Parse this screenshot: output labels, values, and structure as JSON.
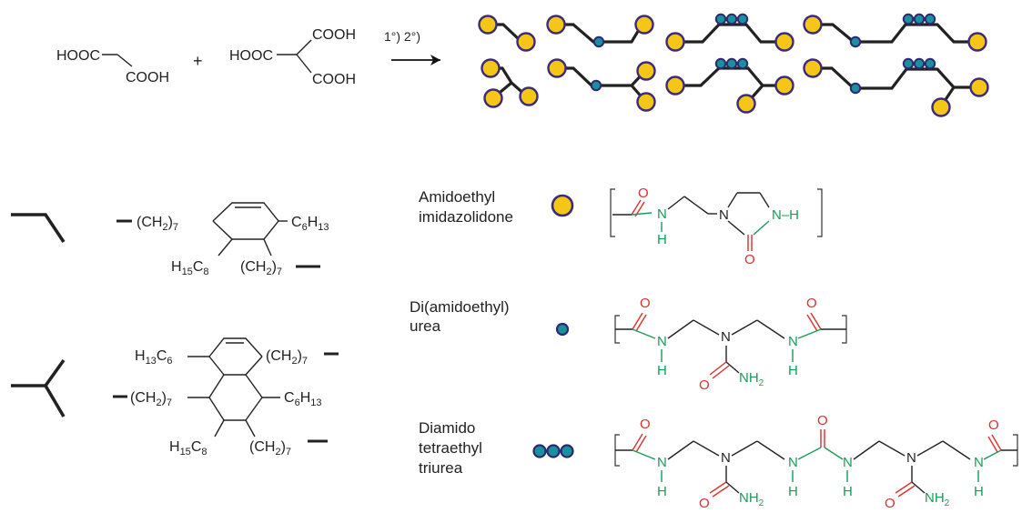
{
  "reactants": {
    "malonic": {
      "hooc": "HOOC",
      "cooh": "COOH"
    },
    "plus": "+",
    "methanetricarboxylic": {
      "hooc": "HOOC",
      "cooh_top": "COOH",
      "cooh_bottom": "COOH"
    }
  },
  "reaction_conditions": "1°) 2°)",
  "dimer_fragment": {
    "ch2_7_a": "(CH",
    "sub_2": "2",
    "sub_7": "7",
    "c6h13": "C",
    "h_13_a": "6",
    "h_13_b": "H",
    "h_13_c": "13",
    "h15c8_a": "H",
    "h15c8_b": "15",
    "h15c8_c": "C",
    "h15c8_d": "8"
  },
  "trimer_fragment": {
    "h13c6": "H13C6",
    "ch2_7": "(CH2)7",
    "c6h13": "C6H13",
    "h15c8": "H15C8"
  },
  "legend": {
    "amidoethyl": {
      "line1": "Amidoethyl",
      "line2": "imidazolidone"
    },
    "diamidoethyl": {
      "line1": "Di(amidoethyl)",
      "line2": "urea"
    },
    "triurea": {
      "line1": "Diamido",
      "line2": "tetraethyl",
      "line3": "triurea"
    }
  },
  "atoms": {
    "O": "O",
    "N": "N",
    "H": "H",
    "NH": "N–H",
    "NH2": "NH",
    "sub2": "2"
  },
  "colors": {
    "large_bead_fill": "#f5c518",
    "large_bead_stroke": "#3a2c7a",
    "small_bead_fill": "#1a8fa0",
    "small_bead_stroke": "#2b2a6e",
    "oxygen": "#d9312f",
    "nitrogen": "#1b9a57"
  }
}
